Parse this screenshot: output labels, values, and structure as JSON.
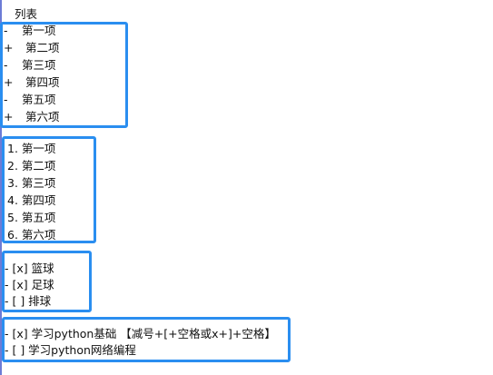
{
  "heading": "列表",
  "unordered_list": [
    {
      "marker": "-",
      "label": "第一项"
    },
    {
      "marker": "+",
      "label": "第二项"
    },
    {
      "marker": "-",
      "label": "第三项"
    },
    {
      "marker": "+",
      "label": "第四项"
    },
    {
      "marker": "-",
      "label": "第五项"
    },
    {
      "marker": "+",
      "label": "第六项"
    }
  ],
  "ordered_list": [
    "1. 第一项",
    "2. 第二项",
    "3. 第三项",
    "4. 第四项",
    "5. 第五项",
    "6. 第六项"
  ],
  "checklist": [
    "- [x] 篮球",
    "- [x] 足球",
    "- [ ] 排球"
  ],
  "task_list": [
    "- [x] 学习python基础 【减号+[+空格或x+]+空格】",
    "- [ ] 学习python网络编程"
  ],
  "colors": {
    "highlight_border": "#2a8ef0",
    "left_rule": "#6c7bd6",
    "text": "#111111"
  }
}
